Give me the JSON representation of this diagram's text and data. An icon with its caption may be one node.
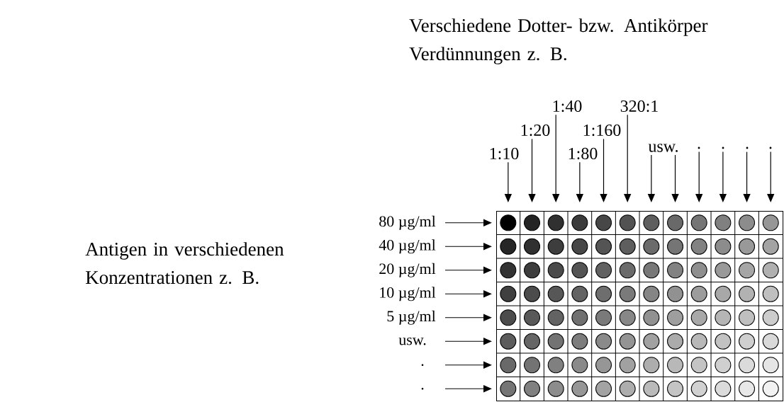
{
  "diagram": {
    "nodes": [
      {
        "text": [
          "1:10"
        ]
      },
      {
        "text": [
          "1:20"
        ]
      },
      {
        "text": [
          "1:40"
        ]
      },
      {
        "text": [
          "1:80"
        ]
      },
      {
        "text": [
          "1:160"
        ]
      },
      {
        "text": [
          "320:1"
        ]
      },
      {
        "text": [
          "usw."
        ]
      },
      {
        "text": [
          "."
        ]
      },
      {
        "text": [
          "."
        ]
      },
      {
        "text": [
          "."
        ]
      },
      {
        "text": [
          "."
        ]
      },
      {
        "text": [
          "80 µg/ml"
        ]
      },
      {
        "text": [
          "40 µg/ml"
        ]
      },
      {
        "text": [
          "20 µg/ml"
        ]
      },
      {
        "text": [
          "10 µg/ml"
        ]
      },
      {
        "text": [
          "5 µg/ml"
        ]
      },
      {
        "text": [
          "usw."
        ]
      },
      {
        "text": [
          "."
        ]
      },
      {
        "text": [
          "."
        ]
      },
      {
        "text": [],
        "shape": "box"
      }
    ],
    "edges": [
      {
        "from": 0,
        "to": 19,
        "arrow": "to"
      },
      {
        "from": 1,
        "to": 19,
        "arrow": "to"
      },
      {
        "from": 2,
        "to": 19,
        "arrow": "to"
      },
      {
        "from": 3,
        "to": 19,
        "arrow": "to"
      },
      {
        "from": 4,
        "to": 19,
        "arrow": "to"
      },
      {
        "from": 5,
        "to": 19,
        "arrow": "to"
      },
      {
        "from": 6,
        "to": 19,
        "arrow": "to"
      },
      {
        "from": 6,
        "to": 19,
        "arrow": "to"
      },
      {
        "from": 7,
        "to": 19,
        "arrow": "to"
      },
      {
        "from": 8,
        "to": 19,
        "arrow": "to"
      },
      {
        "from": 9,
        "to": 19,
        "arrow": "to"
      },
      {
        "from": 10,
        "to": 19,
        "arrow": "to"
      },
      {
        "from": 11,
        "to": 19,
        "arrow": "to"
      },
      {
        "from": 12,
        "to": 19,
        "arrow": "to"
      },
      {
        "from": 13,
        "to": 19,
        "arrow": "to"
      },
      {
        "from": 14,
        "to": 19,
        "arrow": "to"
      },
      {
        "from": 15,
        "to": 19,
        "arrow": "to"
      },
      {
        "from": 16,
        "to": 19,
        "arrow": "to"
      },
      {
        "from": 17,
        "to": 19,
        "arrow": "to"
      },
      {
        "from": 18,
        "to": 19,
        "arrow": "to"
      }
    ],
    "labels": [
      "Verschiedene Dotter- bzw. Antikörper Verdünnungen z. B.",
      "Antigen in verschiedenen Konzentrationen z. B."
    ]
  }
}
